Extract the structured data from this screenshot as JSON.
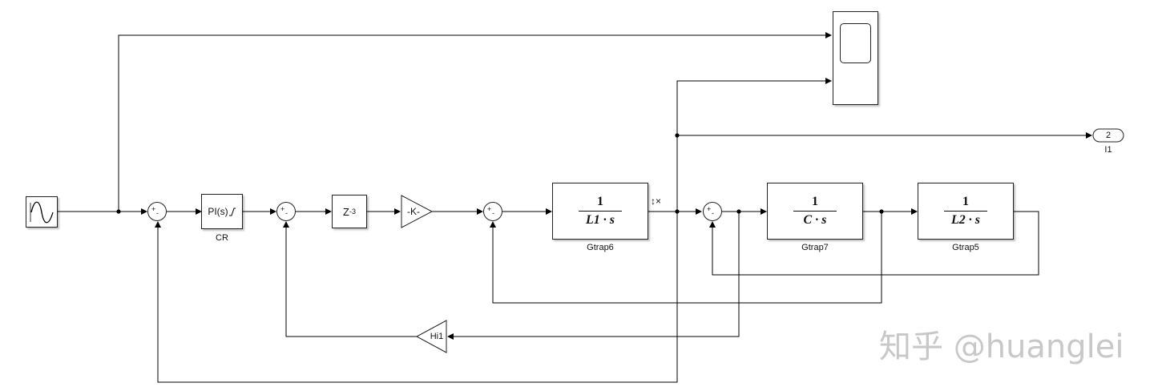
{
  "blocks": {
    "pi_controller": {
      "text": "PI(s)",
      "label": "CR"
    },
    "delay": {
      "text": "Z",
      "exp": "-3"
    },
    "gain": {
      "text": "-K-"
    },
    "gtrap6": {
      "num": "1",
      "den": "L1 · s",
      "label": "Gtrap6"
    },
    "gtrap7": {
      "num": "1",
      "den": "C · s",
      "label": "Gtrap7"
    },
    "gtrap5": {
      "num": "1",
      "den": "L2 · s",
      "label": "Gtrap5"
    },
    "feedback_gain": {
      "text": "Hi1"
    },
    "outport": {
      "number": "2",
      "label": "I1"
    }
  },
  "sums": {
    "plus": "+",
    "minus": "-"
  },
  "probe": {
    "text": "↕×"
  },
  "watermark": "知乎 @huanglei"
}
